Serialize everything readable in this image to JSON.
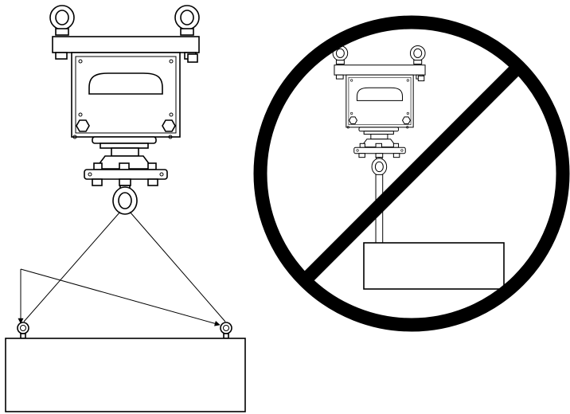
{
  "diagram": {
    "left_panel": {
      "device": "crane-scale",
      "rigging": "two-leg-sling",
      "load": "rectangular-load"
    },
    "right_panel": {
      "device": "crane-scale",
      "rigging": "single-rod",
      "load": "rectangular-load",
      "overlay": "prohibition-sign"
    }
  },
  "colors": {
    "line": "#000000",
    "background": "#ffffff"
  }
}
